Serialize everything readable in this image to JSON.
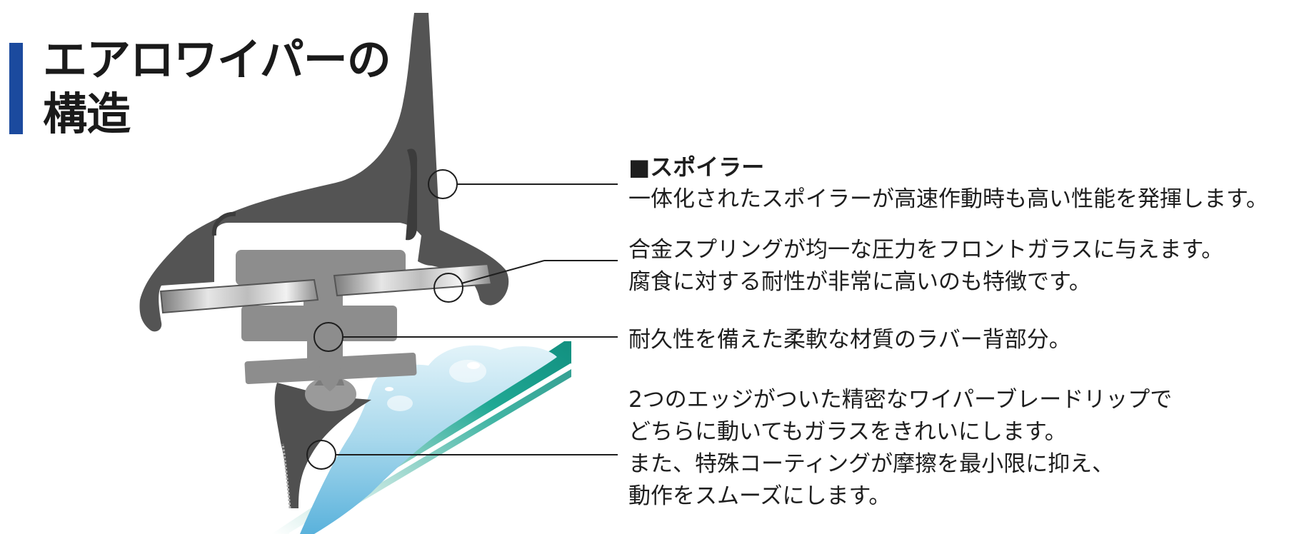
{
  "title": {
    "line1": "エアロワイパーの",
    "line2": "構造"
  },
  "callouts": [
    {
      "heading": "■スポイラー",
      "lines": [
        "一体化されたスポイラーが高速作動時も高い性能を発揮します。"
      ]
    },
    {
      "lines": [
        "合金スプリングが均一な圧力をフロントガラスに与えます。",
        "腐食に対する耐性が非常に高いのも特徴です。"
      ]
    },
    {
      "lines": [
        "耐久性を備えた柔軟な材質のラバー背部分。"
      ]
    },
    {
      "lines": [
        "2つのエッジがついた精密なワイパーブレードリップで",
        "どちらに動いてもガラスをきれいにします。",
        "また、特殊コーティングが摩擦を最小限に抑え、",
        "動作をスムーズにします。"
      ]
    }
  ],
  "colors": {
    "title_bar": "#1b4a9e",
    "spoiler": "#545454",
    "rubber": "#8a8a8a",
    "spring_steel": "#c8c8c8",
    "glass_teal": "#17a08e",
    "water": "#bfe4f0"
  }
}
